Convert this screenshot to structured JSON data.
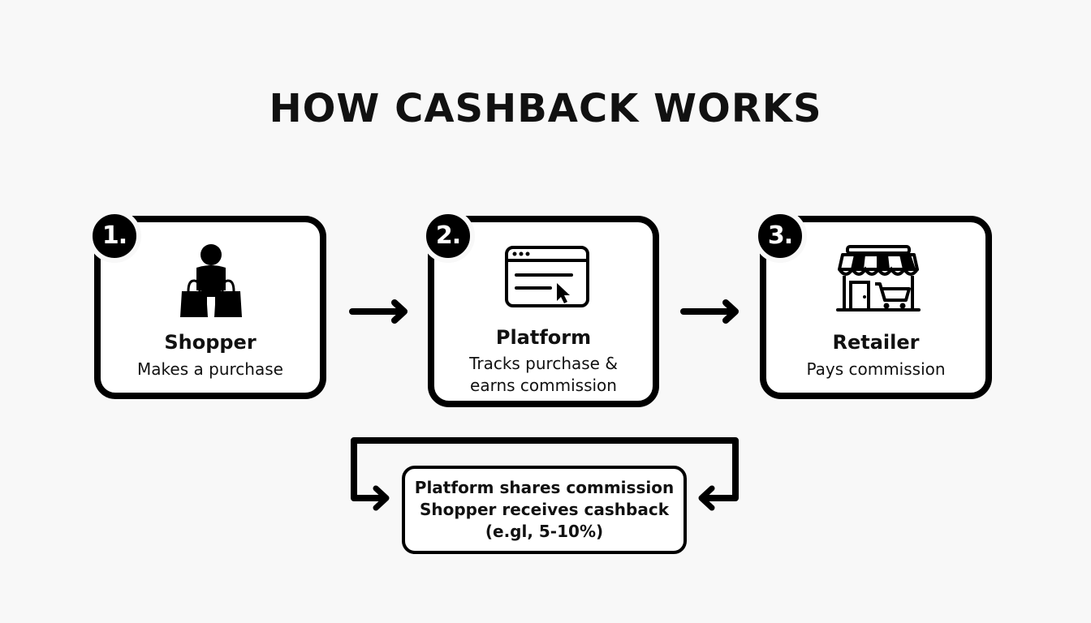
{
  "title": "HOW CASHBACK WORKS",
  "steps": [
    {
      "number": "1.",
      "icon": "shopper-with-bags-icon",
      "title": "Shopper",
      "description": [
        "Makes a purchase"
      ]
    },
    {
      "number": "2.",
      "icon": "browser-window-cursor-icon",
      "title": "Platform",
      "description": [
        "Tracks purchase &",
        "earns commission"
      ]
    },
    {
      "number": "3.",
      "icon": "storefront-cart-icon",
      "title": "Retailer",
      "description": [
        "Pays commission"
      ]
    }
  ],
  "result": {
    "lines": [
      "Platform shares commission",
      "Shopper receives cashback",
      "(e.gl, 5-10%)"
    ]
  },
  "colors": {
    "ink": "#000000",
    "background": "#f8f8f8",
    "card_fill": "#ffffff"
  }
}
